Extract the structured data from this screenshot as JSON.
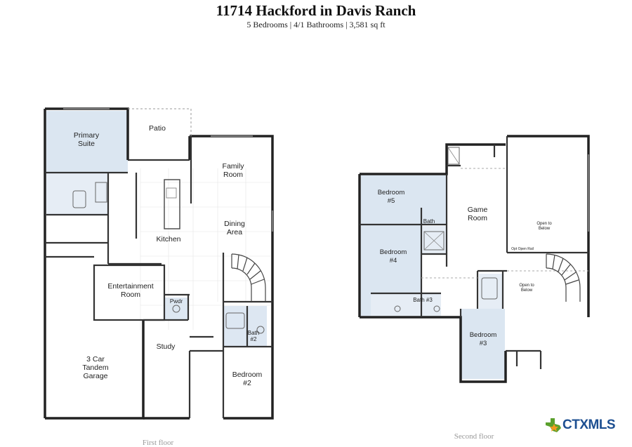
{
  "header": {
    "title": "11714 Hackford in Davis Ranch",
    "subtitle": "5 Bedrooms | 4/1 Bathrooms | 3,581 sq ft"
  },
  "first_floor": {
    "label": "First floor",
    "rooms": {
      "primary_suite": [
        "Primary",
        "Suite"
      ],
      "patio": "Patio",
      "family_room": [
        "Family",
        "Room"
      ],
      "kitchen": "Kitchen",
      "dining_area": [
        "Dining",
        "Area"
      ],
      "entertainment_room": [
        "Entertainment",
        "Room"
      ],
      "pwdr": "Pwdr",
      "study": "Study",
      "bath2": [
        "Bath",
        "#2"
      ],
      "garage": [
        "3 Car",
        "Tandem",
        "Garage"
      ],
      "bedroom2": [
        "Bedroom",
        "#2"
      ]
    }
  },
  "second_floor": {
    "label": "Second floor",
    "rooms": {
      "bedroom5": [
        "Bedroom",
        "#5"
      ],
      "bath": "Bath",
      "game_room": [
        "Game",
        "Room"
      ],
      "open_to_below_1": [
        "Open to",
        "Below"
      ],
      "opt_open_rail": "Opt Open Rail",
      "bedroom4": [
        "Bedroom",
        "#4"
      ],
      "open_to_below_2": [
        "Open to",
        "Below"
      ],
      "bath3": "Bath #3",
      "bedroom3": [
        "Bedroom",
        "#3"
      ]
    }
  },
  "logo": {
    "text_ctx": "CTX",
    "text_mls": "MLS",
    "colors": {
      "green": "#5aa02c",
      "orange": "#f39a1e",
      "blue": "#1d4f91"
    }
  }
}
